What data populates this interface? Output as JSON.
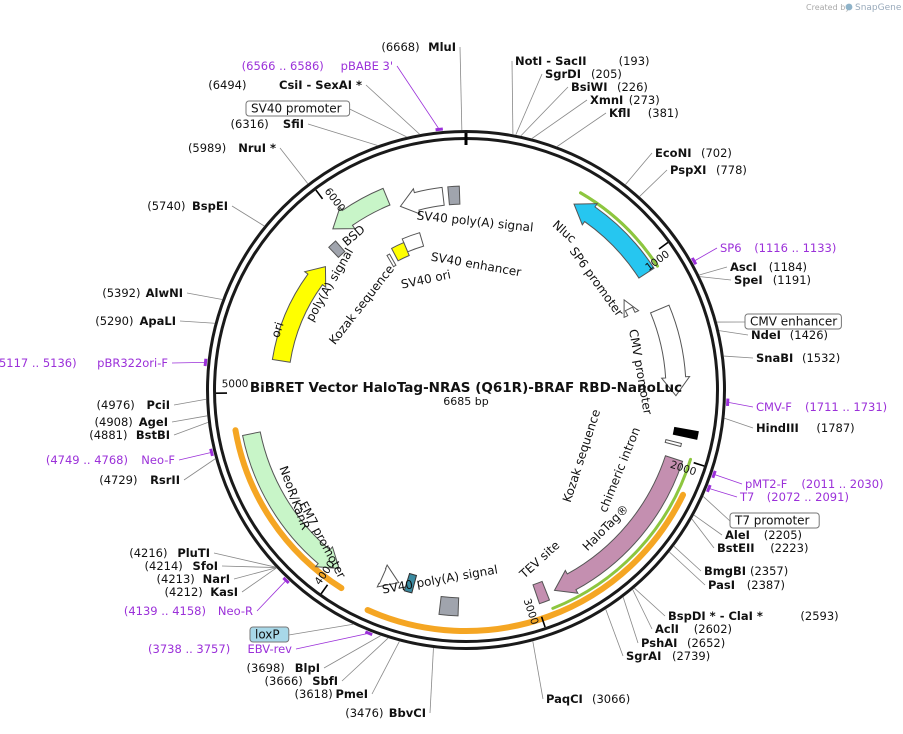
{
  "plasmid": {
    "name": "BiBRET Vector HaloTag-NRAS (Q61R)-BRAF RBD-NanoLuc",
    "length_label": "6685 bp",
    "length_bp": 6685
  },
  "credit": {
    "prefix": "Created by",
    "brand": "SnapGene"
  },
  "tick_labels": [
    {
      "bp": 1000,
      "text": "1000"
    },
    {
      "bp": 2000,
      "text": "2000"
    },
    {
      "bp": 3000,
      "text": "3000"
    },
    {
      "bp": 4000,
      "text": "4000"
    },
    {
      "bp": 5000,
      "text": "5000"
    },
    {
      "bp": 6000,
      "text": "6000"
    }
  ],
  "sites": [
    {
      "pos": "(6668)",
      "name": "MluI"
    },
    {
      "pos": "(193)",
      "name": "NotI  - SacII"
    },
    {
      "pos": "(205)",
      "name": "SgrDI"
    },
    {
      "pos": "(226)",
      "name": "BsiWI"
    },
    {
      "pos": "(273)",
      "name": "XmnI"
    },
    {
      "pos": "(381)",
      "name": "KflI"
    },
    {
      "pos": "(702)",
      "name": "EcoNI"
    },
    {
      "pos": "(778)",
      "name": "PspXI"
    },
    {
      "pos": "(1184)",
      "name": "AscI"
    },
    {
      "pos": "(1191)",
      "name": "SpeI"
    },
    {
      "pos": "(1426)",
      "name": "NdeI"
    },
    {
      "pos": "(1532)",
      "name": "SnaBI"
    },
    {
      "pos": "(1787)",
      "name": "HindIII"
    },
    {
      "pos": "(2205)",
      "name": "AleI"
    },
    {
      "pos": "(2223)",
      "name": "BstEII"
    },
    {
      "pos": "(2357)",
      "name": "BmgBI"
    },
    {
      "pos": "(2387)",
      "name": "PasI"
    },
    {
      "pos": "(2593)",
      "name": "BspDI *  - ClaI *"
    },
    {
      "pos": "(2602)",
      "name": "AclI"
    },
    {
      "pos": "(2652)",
      "name": "PshAI"
    },
    {
      "pos": "(2739)",
      "name": "SgrAI"
    },
    {
      "pos": "(3066)",
      "name": "PaqCI"
    },
    {
      "pos": "(3476)",
      "name": "BbvCI"
    },
    {
      "pos": "(3618)",
      "name": "PmeI"
    },
    {
      "pos": "(3666)",
      "name": "SbfI"
    },
    {
      "pos": "(3698)",
      "name": "BlpI"
    },
    {
      "pos": "(4212)",
      "name": "KasI"
    },
    {
      "pos": "(4213)",
      "name": "NarI"
    },
    {
      "pos": "(4214)",
      "name": "SfoI"
    },
    {
      "pos": "(4216)",
      "name": "PluTI"
    },
    {
      "pos": "(4729)",
      "name": "RsrII"
    },
    {
      "pos": "(4881)",
      "name": "BstBI"
    },
    {
      "pos": "(4908)",
      "name": "AgeI"
    },
    {
      "pos": "(4976)",
      "name": "PciI"
    },
    {
      "pos": "(5290)",
      "name": "ApaLI"
    },
    {
      "pos": "(5392)",
      "name": "AlwNI"
    },
    {
      "pos": "(5740)",
      "name": "BspEI"
    },
    {
      "pos": "(5989)",
      "name": "NruI *"
    },
    {
      "pos": "(6316)",
      "name": "SfiI"
    },
    {
      "pos": "(6494)",
      "name": "CsiI  - SexAI *"
    }
  ],
  "primers": [
    {
      "name": "SP6",
      "range": "(1116 .. 1133)"
    },
    {
      "name": "CMV-F",
      "range": "(1711 .. 1731)"
    },
    {
      "name": "pMT2-F",
      "range": "(2011 .. 2030)"
    },
    {
      "name": "T7",
      "range": "(2072 .. 2091)"
    },
    {
      "name": "Neo-R",
      "range": "(4139 .. 4158)"
    },
    {
      "name": "EBV-rev",
      "range": "(3738 .. 3757)"
    },
    {
      "name": "Neo-F",
      "range": "(4749 .. 4768)"
    },
    {
      "name": "pBR322ori-F",
      "range": "(5117 .. 5136)"
    },
    {
      "name": "pBABE 3'",
      "range": "(6566 .. 6586)"
    }
  ],
  "boxed_features": [
    {
      "name": "CMV enhancer"
    },
    {
      "name": "T7 promoter"
    },
    {
      "name": "SV40 promoter"
    },
    {
      "name": "loxP"
    }
  ],
  "features": [
    {
      "name": "Nluc",
      "color": "#26c6f0"
    },
    {
      "name": "SP6 promoter",
      "color": "#ffffff"
    },
    {
      "name": "CMV promoter",
      "color": "#ffffff"
    },
    {
      "name": "chimeric intron",
      "color": "#ffffff"
    },
    {
      "name": "Kozak sequence",
      "color": "#000000"
    },
    {
      "name": "HaloTag®",
      "color": "#c48fb0"
    },
    {
      "name": "TEV site",
      "color": "#c48fb0"
    },
    {
      "name": "SV40 poly(A) signal",
      "color": "#a0a4ad"
    },
    {
      "name": "EM7 promoter",
      "color": "#ffffff"
    },
    {
      "name": "NeoR/KanR",
      "color": "#c8f5c8"
    },
    {
      "name": "ori",
      "color": "#ffff00"
    },
    {
      "name": "poly(A) signal",
      "color": "#a0a4ad"
    },
    {
      "name": "BSD",
      "color": "#c8f5c8"
    },
    {
      "name": "SV40 poly(A) signal",
      "color": "#a0a4ad"
    },
    {
      "name": "SV40 enhancer",
      "color": "#ffffff"
    },
    {
      "name": "SV40 ori",
      "color": "#ffff00"
    },
    {
      "name": "Kozak sequence",
      "color": "#ffffff"
    }
  ],
  "colors": {
    "orf_highlight": "#f5a623",
    "orf_green": "#8dc63f",
    "primer": "#9b30d9",
    "backbone": "#1a1a1a"
  }
}
